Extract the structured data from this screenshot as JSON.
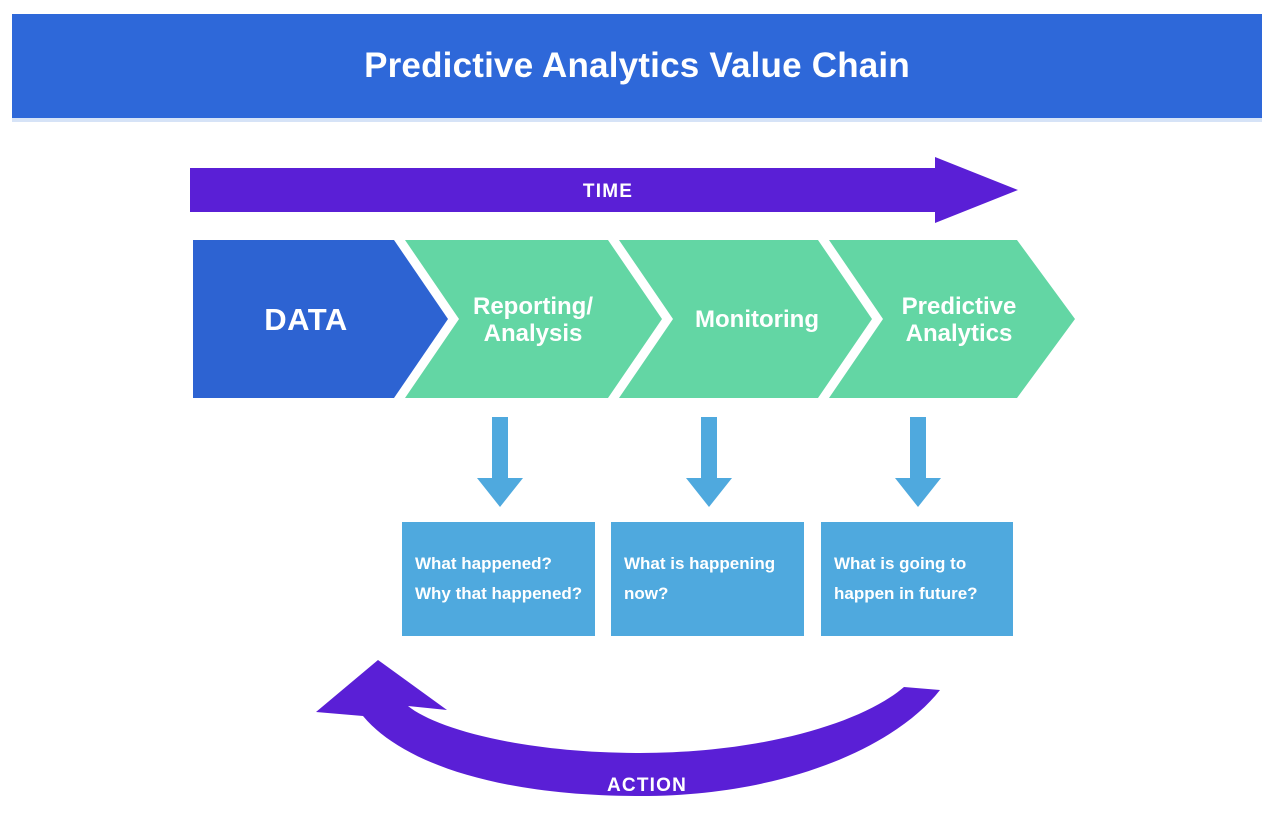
{
  "title": "Predictive Analytics Value Chain",
  "colors": {
    "banner_blue": "#2e68d9",
    "data_blue": "#2d63d2",
    "stage_green": "#63d6a4",
    "arrow_purple": "#5a1fd6",
    "box_blue": "#4fa9de",
    "text_white": "#ffffff"
  },
  "time_arrow": {
    "label": "TIME"
  },
  "stages": [
    {
      "lines": [
        "DATA"
      ]
    },
    {
      "lines": [
        "Reporting/",
        "Analysis"
      ]
    },
    {
      "lines": [
        "Monitoring"
      ]
    },
    {
      "lines": [
        "Predictive",
        "Analytics"
      ]
    }
  ],
  "question_boxes": [
    {
      "lines": [
        "What happened?",
        "Why that happened?"
      ]
    },
    {
      "lines": [
        "What is happening",
        "now?"
      ]
    },
    {
      "lines": [
        "What is going to",
        "happen in future?"
      ]
    }
  ],
  "action_arrow": {
    "label": "ACTION"
  }
}
